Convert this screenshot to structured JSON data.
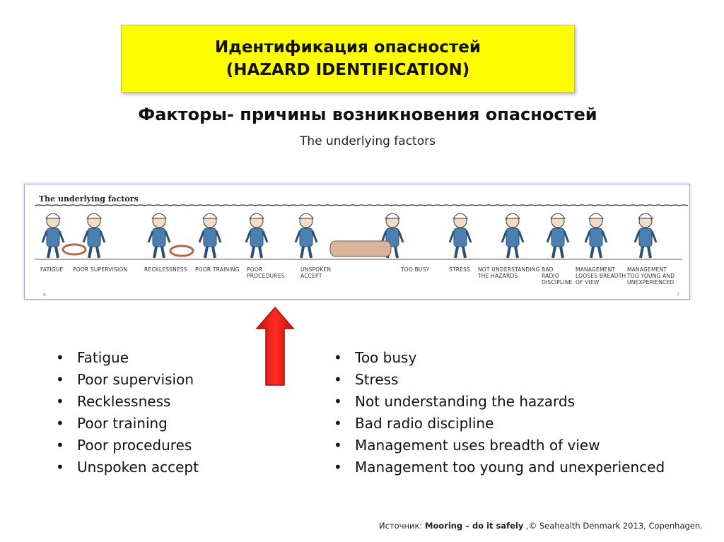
{
  "header": {
    "title_ru": "Идентификация опасностей",
    "title_en": "(HAZARD IDENTIFICATION)"
  },
  "subtitle": {
    "ru": "Факторы- причины возникновения опасностей",
    "en": "The underlying factors"
  },
  "illustration": {
    "title": "The underlying factors",
    "captions": [
      [
        "FATIGUE"
      ],
      [
        "POOR SUPERVISION"
      ],
      [
        "RECKLESSNESS"
      ],
      [
        "POOR TRAINING"
      ],
      [
        "POOR",
        "PROCEDURES"
      ],
      [
        "UNSPOKEN",
        "ACCEPT"
      ],
      [
        "TOO BUSY"
      ],
      [
        "STRESS"
      ],
      [
        "NOT UNDERSTANDING",
        "THE HAZARDS"
      ],
      [
        "BAD",
        "RADIO",
        "DISCIPLINE"
      ],
      [
        "MANAGEMENT",
        "LOOSES BREADTH",
        "OF VIEW"
      ],
      [
        "MANAGEMENT",
        "TOO YOUNG AND",
        "UNEXPERIENCED"
      ]
    ],
    "page_left": "6",
    "page_right": "7"
  },
  "colors": {
    "title_bg": "#ffff00",
    "arrow": "#e8231f",
    "figure_blue": "#4a7fb0"
  },
  "list_left": [
    "Fatigue",
    "Poor supervision",
    "Recklessness",
    "Poor training",
    "Poor procedures",
    "Unspoken accept"
  ],
  "list_right": [
    "Too busy",
    "Stress",
    "Not understanding the hazards",
    "Bad radio discipline",
    "Management uses breadth of view",
    "Management too young and unexperienced"
  ],
  "source": {
    "prefix": "Источник: ",
    "bold": "Mooring – do it safely",
    "suffix": " ,© Seahealth Denmark 2013, Copenhagen."
  }
}
